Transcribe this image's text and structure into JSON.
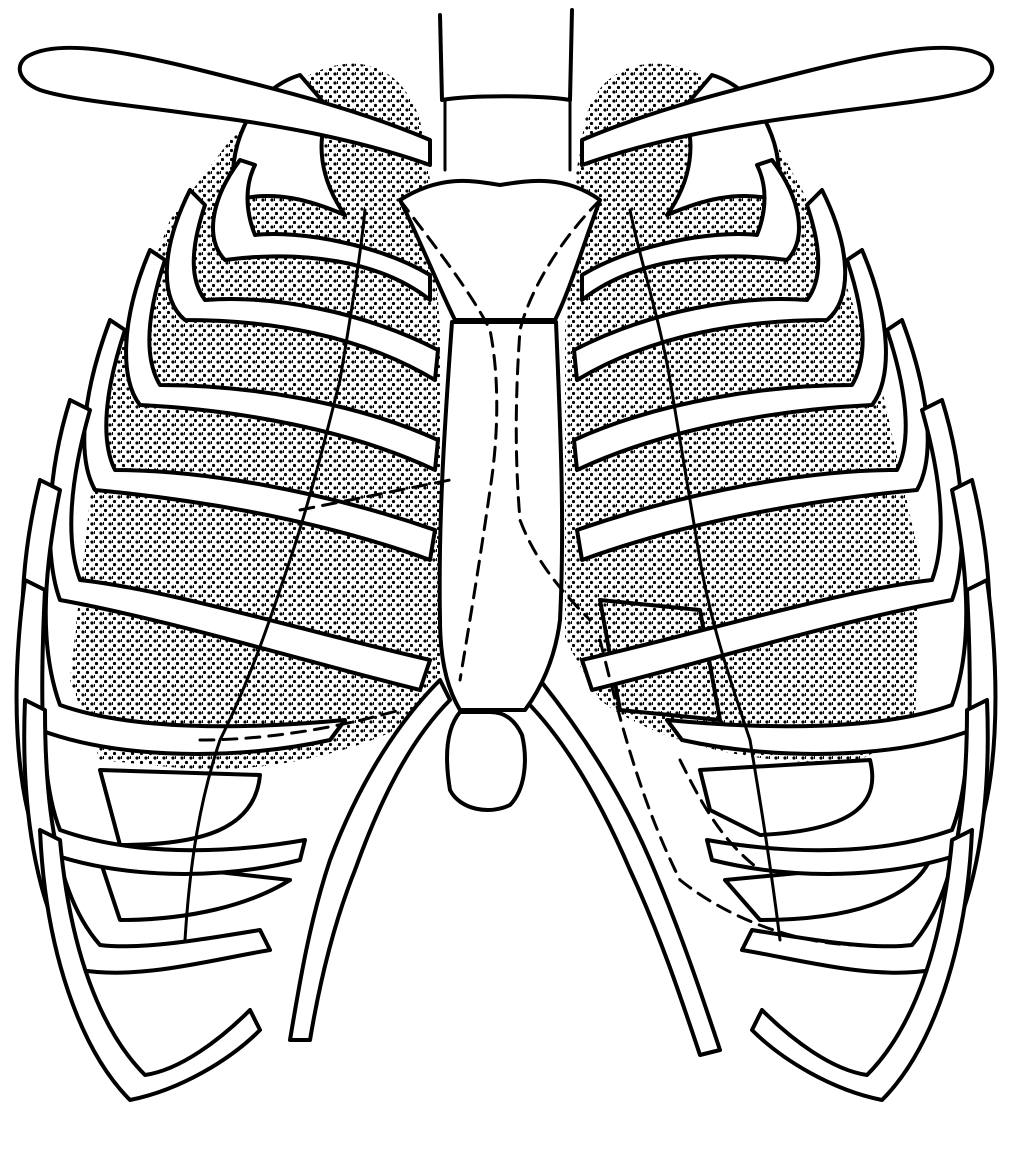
{
  "figure": {
    "subject": "rib-cage-anterior-view",
    "labels": []
  },
  "colors": {
    "ink": "#000000",
    "background": "#ffffff"
  },
  "fills": {
    "stippled_regions": "dotted",
    "lower_regions": "vertical-hatch"
  }
}
